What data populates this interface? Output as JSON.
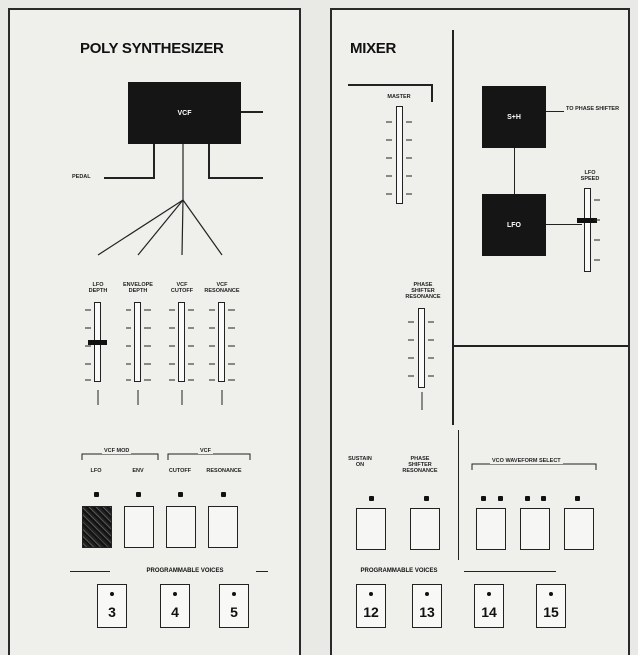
{
  "left_panel": {
    "title": "POLY SYNTHESIZER",
    "vcf_block": "VCF",
    "pedal_label": "PEDAL",
    "sliders": [
      {
        "label": "LFO\nDEPTH"
      },
      {
        "label": "ENVELOPE\nDEPTH"
      },
      {
        "label": "VCF\nCUTOFF"
      },
      {
        "label": "VCF\nRESONANCE"
      }
    ],
    "vcf_mod_label": "VCF MOD",
    "vcf_label": "VCF",
    "button_labels": [
      "LFO",
      "ENV",
      "CUTOFF",
      "RESONANCE"
    ],
    "programmable_voices_label": "PROGRAMMABLE VOICES",
    "voice_numbers": [
      "3",
      "4",
      "5"
    ]
  },
  "right_panel": {
    "title": "MIXER",
    "master_label": "MASTER",
    "phase_block": "S+H",
    "phase_out_label": "TO PHASE SHIFTER",
    "lfo_block": "LFO",
    "lfo_speed_label": "LFO\nSPEED",
    "phase_shifter_label": "PHASE\nSHIFTER\nRESONANCE",
    "button_labels": [
      "SUSTAIN\nON",
      "PHASE\nSHIFTER\nRESONANCE"
    ],
    "waveform_select_label": "VCO WAVEFORM SELECT",
    "programmable_voices_label": "PROGRAMMABLE VOICES",
    "voice_numbers": [
      "12",
      "13",
      "14",
      "15"
    ]
  }
}
